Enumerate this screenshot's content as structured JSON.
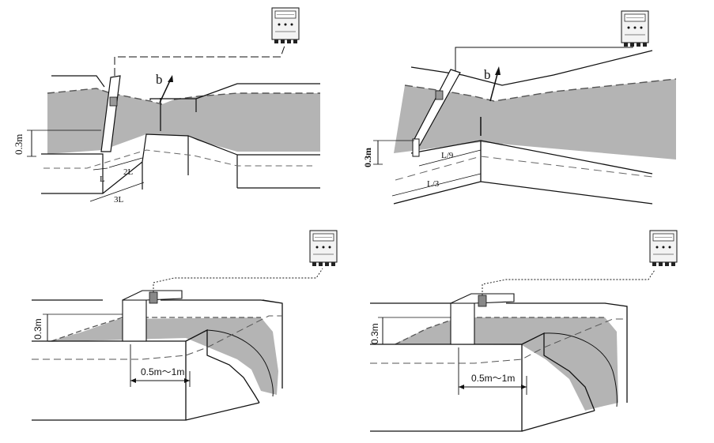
{
  "panels": [
    {
      "id": "flume-plan",
      "labels": {
        "depth": "0.3m",
        "b": "b",
        "L": "L",
        "twoL": "2L",
        "threeL": "3L"
      }
    },
    {
      "id": "flume-angled",
      "labels": {
        "depth": "0.3m",
        "b": "b",
        "Lover9": "L/9",
        "Lover3": "L/3"
      }
    },
    {
      "id": "weir-left",
      "labels": {
        "depth": "0.3m",
        "distance": "0.5m～1m"
      }
    },
    {
      "id": "weir-right",
      "labels": {
        "depth": "0.3m",
        "distance": "0.5m～1m"
      }
    }
  ],
  "colors": {
    "water": "#b4b4b4",
    "line": "#111111",
    "dash": "#555555",
    "device": "#f3f3f3"
  },
  "icons": [
    "ultrasonic-transmitter-icon",
    "ultrasonic-sensor-icon"
  ]
}
